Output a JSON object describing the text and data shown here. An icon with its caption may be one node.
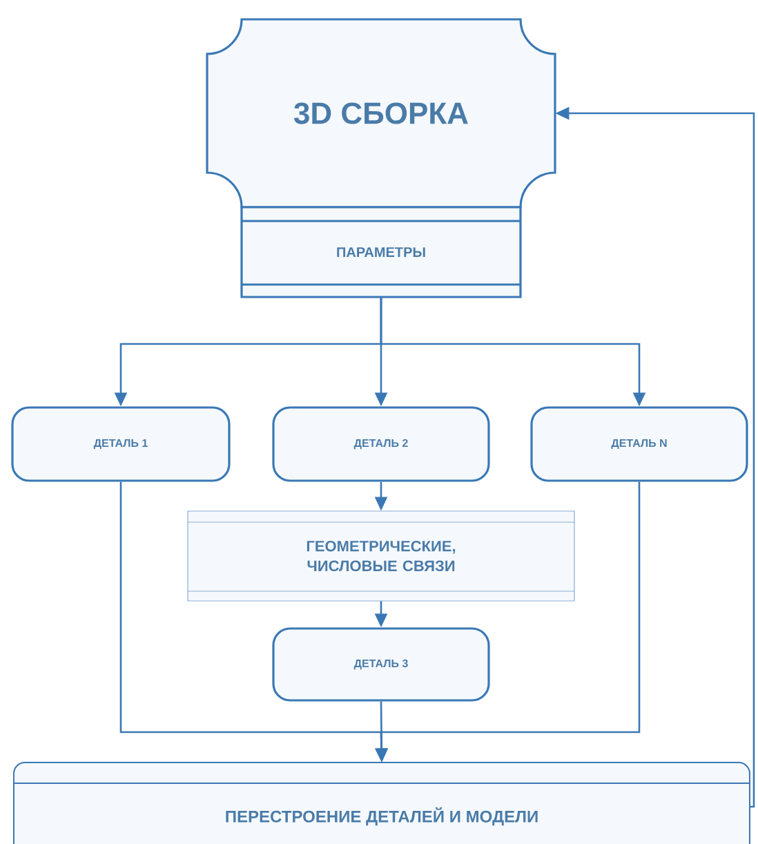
{
  "diagram": {
    "nodes": [
      {
        "text": [
          "3D СБОРКА"
        ]
      },
      {
        "text": [
          "ПАРАМЕТРЫ"
        ]
      },
      {
        "text": [
          "ДЕТАЛЬ 1"
        ]
      },
      {
        "text": [
          "ДЕТАЛЬ 2"
        ]
      },
      {
        "text": [
          "ДЕТАЛЬ N"
        ]
      },
      {
        "text": [
          "ГЕОМЕТРИЧЕСКИЕ, ЧИСЛОВЫЕ СВЯЗИ"
        ]
      },
      {
        "text": [
          "ДЕТАЛЬ 3"
        ]
      },
      {
        "text": [
          "ПЕРЕСТРОЕНИЕ ДЕТАЛЕЙ И МОДЕЛИ"
        ]
      }
    ],
    "edges": [
      {
        "from": 1,
        "to": 2,
        "arrow": "to"
      },
      {
        "from": 1,
        "to": 3,
        "arrow": "to"
      },
      {
        "from": 1,
        "to": 4,
        "arrow": "to"
      },
      {
        "from": 3,
        "to": 5,
        "arrow": "to"
      },
      {
        "from": 5,
        "to": 6,
        "arrow": "to"
      },
      {
        "from": 2,
        "to": 7,
        "arrow": "to"
      },
      {
        "from": 6,
        "to": 7,
        "arrow": "to"
      },
      {
        "from": 4,
        "to": 7,
        "arrow": "to"
      },
      {
        "from": 7,
        "to": 0,
        "arrow": "to"
      }
    ]
  }
}
